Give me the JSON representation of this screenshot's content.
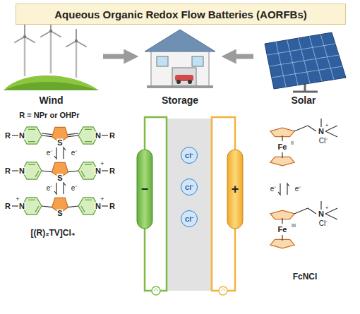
{
  "diagram": {
    "title": "Aqueous Organic Redox Flow Batteries (AORFBs)",
    "nodes": [
      {
        "text": [
          "Wind"
        ]
      },
      {
        "text": [
          "Storage"
        ]
      },
      {
        "text": [
          "Solar"
        ]
      },
      {
        "text": [
          "−"
        ]
      },
      {
        "text": [
          "+"
        ]
      },
      {
        "text": [
          "Cl⁻"
        ]
      },
      {
        "text": [
          "Cl⁻"
        ]
      },
      {
        "text": [
          "Cl⁻"
        ]
      }
    ],
    "edges": [
      {
        "from": 0,
        "to": 1,
        "arrow": "to"
      },
      {
        "from": 2,
        "to": 1,
        "arrow": "to"
      }
    ],
    "labels": [
      "R = NPr or OHPr",
      "R",
      "N",
      "S",
      "N",
      "R",
      "e⁻",
      "e⁻",
      "R",
      "N",
      "S",
      "N",
      "+",
      "R",
      "e⁻",
      "e⁻",
      "R",
      "N",
      "+",
      "S",
      "N",
      "+",
      "R",
      "[(R)₂TV]Cl₄",
      "Fe",
      "II",
      "N",
      "+",
      "Cl⁻",
      "e⁻",
      "e⁻",
      "Fe",
      "III",
      "N",
      "+",
      "Cl⁻",
      "FcNCl"
    ]
  }
}
